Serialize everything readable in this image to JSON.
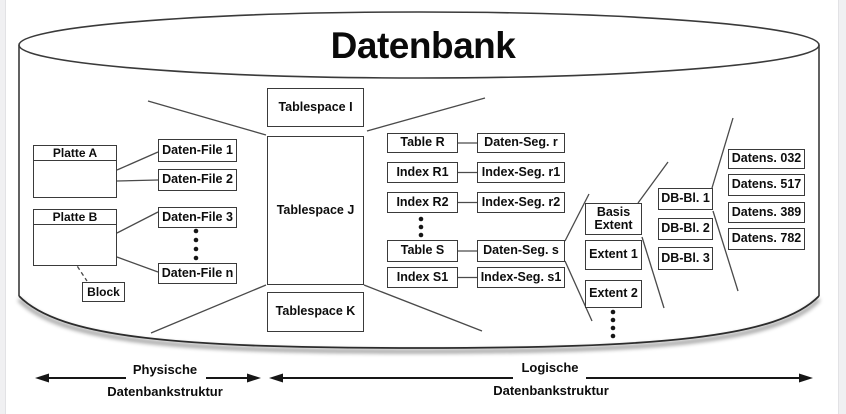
{
  "title": "Datenbank",
  "physical": {
    "disk_a": "Platte A",
    "disk_b": "Platte B",
    "block": "Block",
    "data_files": [
      "Daten-File 1",
      "Daten-File 2",
      "Daten-File 3",
      "Daten-File n"
    ]
  },
  "tablespaces": [
    "Tablespace I",
    "Tablespace J",
    "Tablespace K"
  ],
  "tables": [
    "Table R",
    "Index R1",
    "Index R2",
    "Table S",
    "Index S1"
  ],
  "segments": [
    "Daten-Seg. r",
    "Index-Seg. r1",
    "Index-Seg. r2",
    "Daten-Seg. s",
    "Index-Seg. s1"
  ],
  "extents": {
    "basis_line1": "Basis",
    "basis_line2": "Extent",
    "items": [
      "Extent 1",
      "Extent 2"
    ]
  },
  "db_blocks": [
    "DB-Bl. 1",
    "DB-Bl. 2",
    "DB-Bl. 3"
  ],
  "records": [
    "Datens. 032",
    "Datens. 517",
    "Datens. 389",
    "Datens. 782"
  ],
  "legend": {
    "physical_line1": "Physische",
    "physical_line2": "Datenbankstruktur",
    "logical_line1": "Logische",
    "logical_line2": "Datenbankstruktur"
  },
  "colors": {
    "box_border": "#3a3a3a",
    "connector": "#4a4a4a",
    "arrow": "#161616",
    "box_fill": "#ffffff",
    "background": "#ffffff",
    "page_margin": "#f0f0f2"
  }
}
